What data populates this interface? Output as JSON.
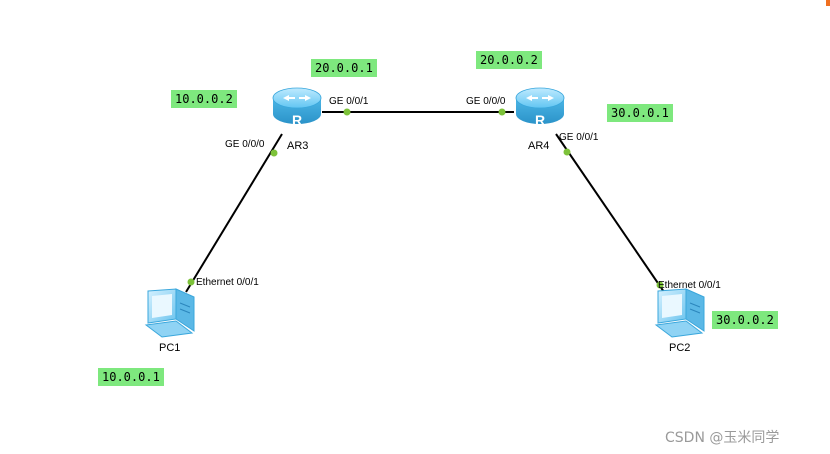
{
  "devices": {
    "ar3": {
      "label": "AR3"
    },
    "ar4": {
      "label": "AR4"
    },
    "pc1": {
      "label": "PC1"
    },
    "pc2": {
      "label": "PC2"
    }
  },
  "ports": {
    "ar3_ge001": "GE 0/0/1",
    "ar3_ge000": "GE 0/0/0",
    "ar4_ge000": "GE 0/0/0",
    "ar4_ge001": "GE 0/0/1",
    "pc1_eth": "Ethernet 0/0/1",
    "pc2_eth": "Ethernet 0/0/1"
  },
  "ip_labels": {
    "ar3_left": "10.0.0.2",
    "ar3_right": "20.0.0.1",
    "ar4_left": "20.0.0.2",
    "ar4_right": "30.0.0.1",
    "pc1": "10.0.0.1",
    "pc2": "30.0.0.2"
  },
  "watermark": "CSDN @玉米同学",
  "colors": {
    "ip_label_bg": "#7ee87e",
    "port_dot": "#7dc23a",
    "link": "#000000",
    "router": "#5ec4f0"
  }
}
